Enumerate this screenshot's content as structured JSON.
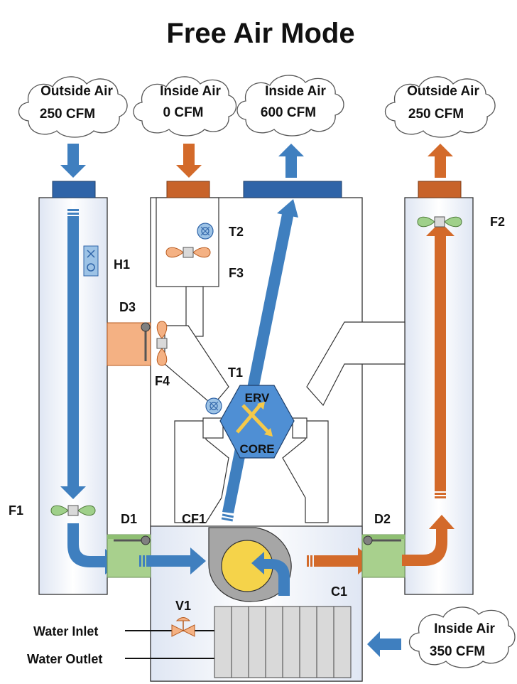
{
  "title": "Free Air Mode",
  "clouds": {
    "outside_air_left": {
      "label": "Outside Air",
      "value": "250 CFM"
    },
    "inside_air_supply": {
      "label": "Inside Air",
      "value": "0 CFM"
    },
    "inside_air_exhaust": {
      "label": "Inside Air",
      "value": "600 CFM"
    },
    "outside_air_right": {
      "label": "Outside Air",
      "value": "250 CFM"
    },
    "inside_air_return": {
      "label": "Inside Air",
      "value": "350 CFM"
    }
  },
  "components": {
    "h1": "H1",
    "t2": "T2",
    "f3": "F3",
    "d3": "D3",
    "f4": "F4",
    "t1": "T1",
    "f1": "F1",
    "f2": "F2",
    "d1": "D1",
    "cf1": "CF1",
    "d2": "D2",
    "v1": "V1",
    "c1": "C1"
  },
  "core": {
    "top": "ERV",
    "bottom": "CORE"
  },
  "water": {
    "inlet": "Water Inlet",
    "outlet": "Water Outlet"
  },
  "colors": {
    "blue_flow": "#3f7fbf",
    "orange_flow": "#d36a2a",
    "duct_cap_blue": "#2f64a8",
    "duct_cap_orange": "#c8632a",
    "damper_green": "#a8d08d",
    "damper_orange": "#f4b183",
    "fan_green": "#9fd08a",
    "fan_orange": "#f4b183",
    "erv_core": "#4f8fd4",
    "erv_arrows": "#f5c94a",
    "coil_fill": "#d9d9d9",
    "blower_yellow": "#f5d34a",
    "blower_gray": "#a6a6a6"
  }
}
